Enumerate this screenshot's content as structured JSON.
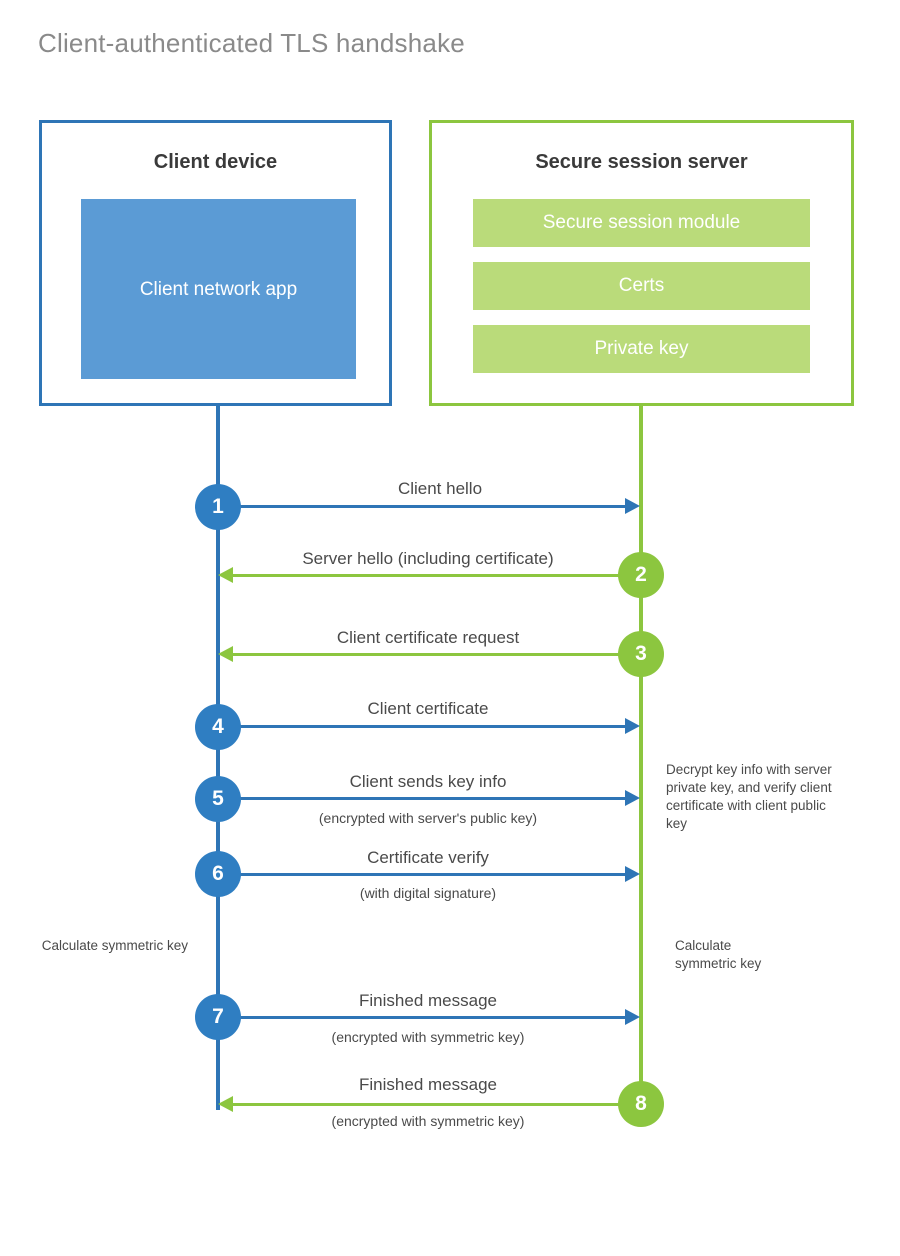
{
  "title": "Client-authenticated TLS handshake",
  "colors": {
    "client_blue": "#2E75B6",
    "client_app_fill": "#5B9BD5",
    "badge_blue": "#2F7EC2",
    "server_green": "#8CC63F",
    "server_bar_fill": "#BADB7A",
    "text_gray": "#4a4a4a",
    "title_gray": "#8a8a8a"
  },
  "actors": {
    "client": {
      "title": "Client device",
      "app_label": "Client network app"
    },
    "server": {
      "title": "Secure session server",
      "components": [
        "Secure session module",
        "Certs",
        "Private key"
      ]
    }
  },
  "steps": [
    {
      "number": "1",
      "label": "Client hello",
      "sub": "",
      "direction": "client-to-server",
      "color": "blue"
    },
    {
      "number": "2",
      "label": "Server hello (including certificate)",
      "sub": "",
      "direction": "server-to-client",
      "color": "green"
    },
    {
      "number": "3",
      "label": "Client certificate request",
      "sub": "",
      "direction": "server-to-client",
      "color": "green"
    },
    {
      "number": "4",
      "label": "Client certificate",
      "sub": "",
      "direction": "client-to-server",
      "color": "blue"
    },
    {
      "number": "5",
      "label": "Client sends key info",
      "sub": "(encrypted with server's public key)",
      "direction": "client-to-server",
      "color": "blue"
    },
    {
      "number": "6",
      "label": "Certificate verify",
      "sub": "(with digital signature)",
      "direction": "client-to-server",
      "color": "blue"
    },
    {
      "number": "7",
      "label": "Finished message",
      "sub": "(encrypted with symmetric key)",
      "direction": "client-to-server",
      "color": "blue"
    },
    {
      "number": "8",
      "label": "Finished message",
      "sub": "(encrypted with symmetric key)",
      "direction": "server-to-client",
      "color": "green"
    }
  ],
  "notes": {
    "server_decrypt": "Decrypt key info with server private key, and verify client certificate with client public key",
    "client_calculate": "Calculate symmetric key",
    "server_calculate": "Calculate symmetric key"
  }
}
